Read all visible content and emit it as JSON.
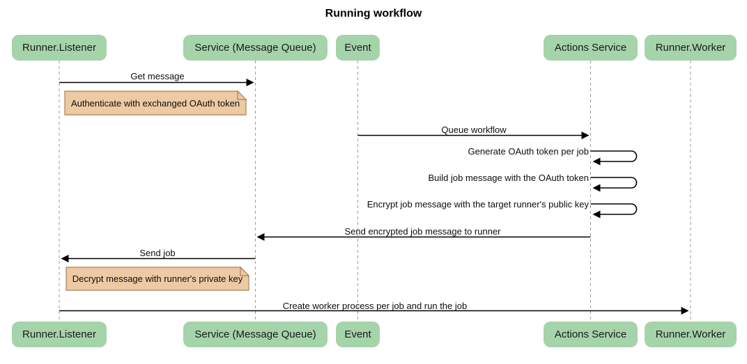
{
  "diagram_type": "sequence",
  "title": "Running workflow",
  "participants": [
    {
      "name": "Runner.Listener"
    },
    {
      "name": "Service (Message Queue)"
    },
    {
      "name": "Event"
    },
    {
      "name": "Actions Service"
    },
    {
      "name": "Runner.Worker"
    }
  ],
  "messages": [
    {
      "label": "Get message",
      "from": "Runner.Listener",
      "to": "Service (Message Queue)",
      "kind": "solid-arrow"
    },
    {
      "label": "Queue workflow",
      "from": "Event",
      "to": "Actions Service",
      "kind": "solid-arrow"
    },
    {
      "label": "Generate OAuth token per job",
      "from": "Actions Service",
      "to": "Actions Service",
      "kind": "self-loop"
    },
    {
      "label": "Build job message with the OAuth token",
      "from": "Actions Service",
      "to": "Actions Service",
      "kind": "self-loop"
    },
    {
      "label": "Encrypt job message with the target runner's public key",
      "from": "Actions Service",
      "to": "Actions Service",
      "kind": "self-loop"
    },
    {
      "label": "Send encrypted job message to runner",
      "from": "Actions Service",
      "to": "Service (Message Queue)",
      "kind": "solid-arrow"
    },
    {
      "label": "Send job",
      "from": "Service (Message Queue)",
      "to": "Runner.Listener",
      "kind": "solid-arrow"
    },
    {
      "label": "Create worker process per job and run the job",
      "from": "Runner.Listener",
      "to": "Runner.Worker",
      "kind": "solid-arrow"
    }
  ],
  "notes": [
    {
      "label": "Authenticate with exchanged OAuth token",
      "position": "right of Runner.Listener"
    },
    {
      "label": "Decrypt message with runner's private key",
      "position": "right of Runner.Listener"
    }
  ],
  "colors": {
    "background": "#ffffff",
    "actor_fill": "#a5d3aa",
    "actor_text": "#1a1a1a",
    "note_fill": "#edcaa4",
    "note_border": "#a88150",
    "lifeline": "#999999",
    "arrow": "#000000",
    "message_text": "#0d0d0d"
  }
}
